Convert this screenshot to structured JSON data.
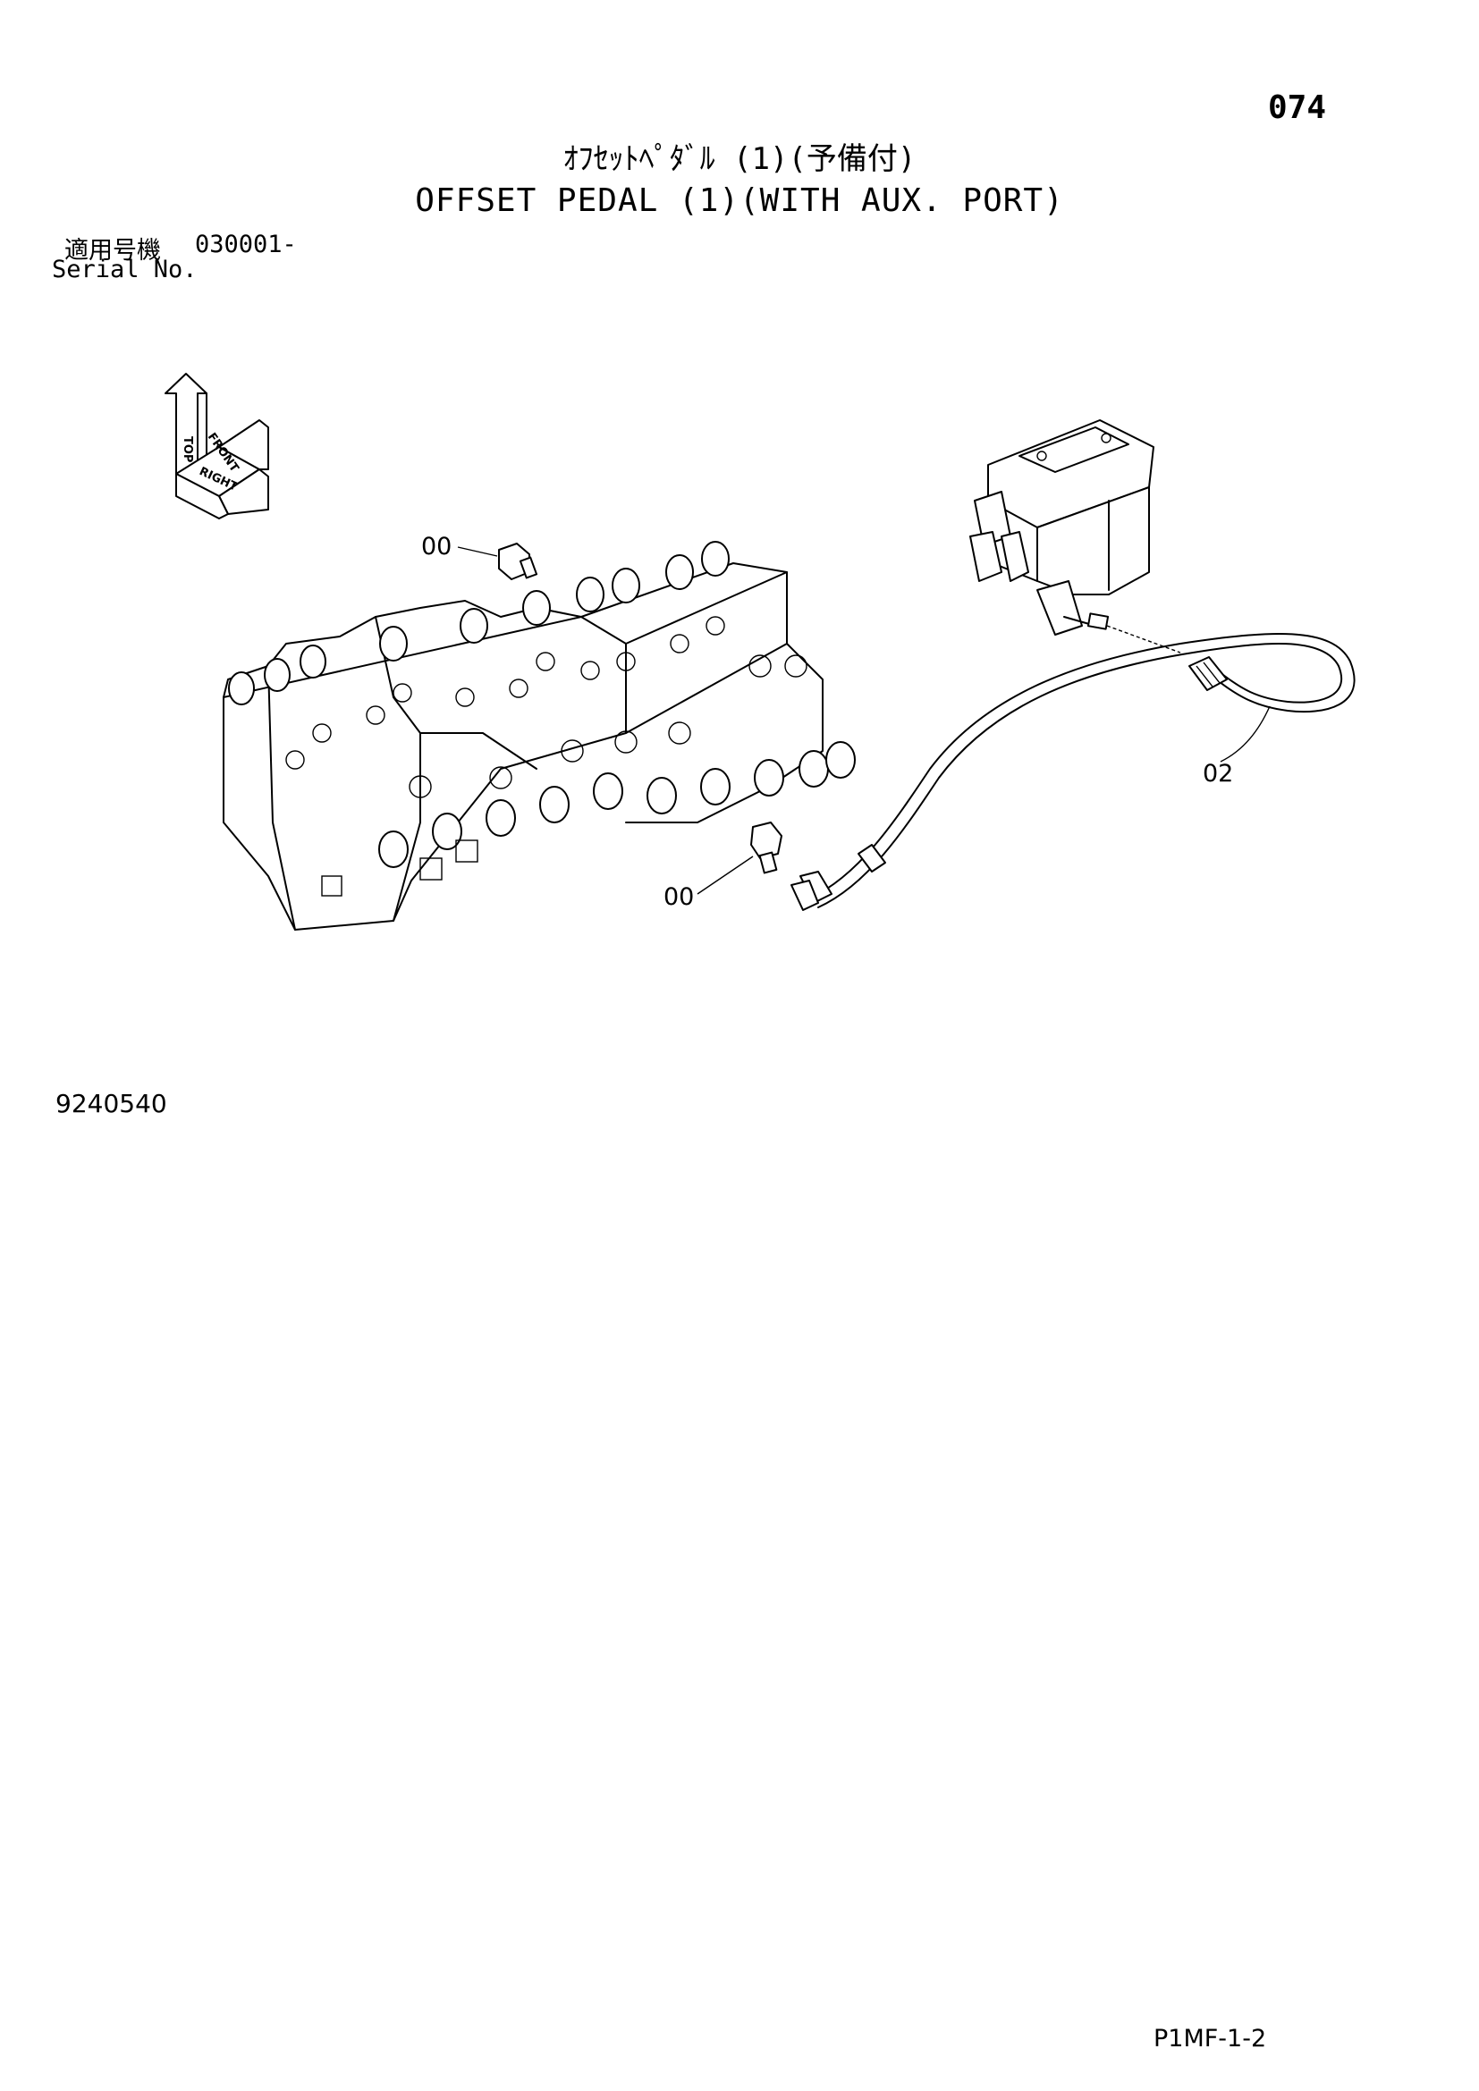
{
  "page_number": "074",
  "title_jp": "ｵﾌｾｯﾄﾍﾟﾀﾞﾙ (1)(予備付)",
  "title_en": "OFFSET PEDAL (1)(WITH AUX. PORT)",
  "serial": {
    "label_jp": "適用号機",
    "label_en": "Serial No.",
    "value": "030001-"
  },
  "orientation_icon": {
    "labels": [
      "TOP",
      "FRONT",
      "RIGHT"
    ]
  },
  "callouts": [
    {
      "label": "00"
    },
    {
      "label": "00"
    },
    {
      "label": "02"
    }
  ],
  "drawing_number": "9240540",
  "page_code": "P1MF-1-2"
}
